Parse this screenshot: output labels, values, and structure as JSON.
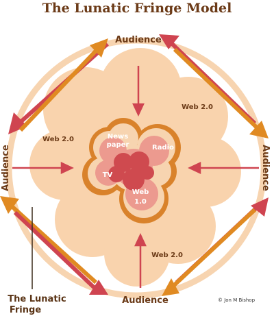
{
  "title": "The Lunatic Fringe Model",
  "audience_top": "Audience",
  "audience_left": "Audience",
  "audience_right": "Audience",
  "audience_bottom": "Audience",
  "web20_left": "Web 2.0",
  "web20_right": "Web 2.0",
  "web20_bottom": "Web 2.0",
  "center_newspaper_line1": "News",
  "center_newspaper_line2": "paper",
  "center_radio": "Radio",
  "center_tv": "TV",
  "center_web10_line1": "Web",
  "center_web10_line2": "1.0",
  "fringe_line1": "The Lunatic",
  "fringe_line2": "Fringe",
  "copyright": "© Jon M Bishop",
  "colors": {
    "title": "#6b3a17",
    "ring_orange": "#d9822b",
    "ring_light": "#f7d4b0",
    "cloud": "#f9d3ad",
    "core_pink": "#ec9a8f",
    "core_red": "#cf4a4f",
    "arrow_red": "#cf4450",
    "arrow_orange": "#e08a22",
    "text_dark": "#5a3416"
  }
}
